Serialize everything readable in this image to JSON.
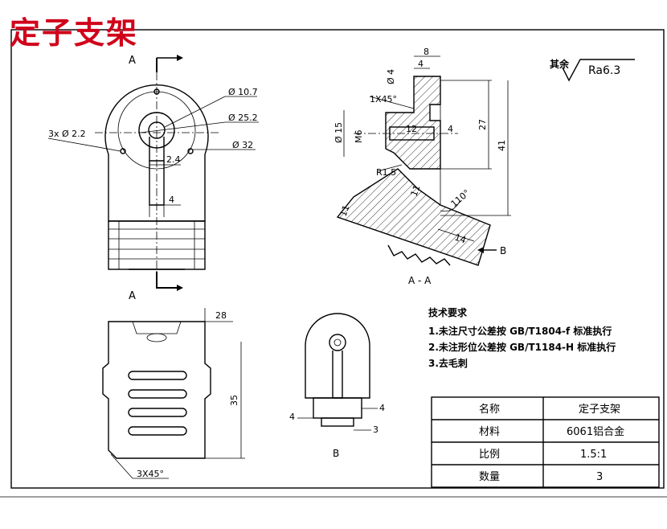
{
  "title": "定子支架",
  "roughness": {
    "prefix": "其余",
    "value": "Ra6.3"
  },
  "views": {
    "top": {
      "label_top": "A",
      "label_bottom": "A"
    },
    "section": {
      "label": "A - A"
    },
    "front": {},
    "side": {
      "label": "B"
    }
  },
  "dims": {
    "d10_7": "Ø 10.7",
    "d25_2": "Ø 25.2",
    "d32": "Ø 32",
    "holes": "3x Ø 2.2",
    "w2_4": "2.4",
    "w4_top": "4",
    "s_d4": "Ø 4",
    "s_4": "4",
    "s_8": "8",
    "s_chamfer": "1X45°",
    "s_d15": "Ø 15",
    "s_m6": "M6",
    "s_12": "12",
    "s_4b": "4",
    "s_27": "27",
    "s_41": "41",
    "s_r15": "R1.5",
    "s_11a": "11",
    "s_11b": "11",
    "s_angle": "110°",
    "s_14": "14",
    "s_b": "B",
    "f_28": "28",
    "f_35": "35",
    "f_chamfer": "3X45°",
    "b_4a": "4",
    "b_4b": "4",
    "b_3": "3"
  },
  "notes": {
    "heading": "技术要求",
    "items": [
      "1.未注尺寸公差按 GB/T1804-f 标准执行",
      "2.未注形位公差按 GB/T1184-H 标准执行",
      "3.去毛刺"
    ]
  },
  "titleblock": {
    "rows": [
      {
        "label": "名称",
        "value": "定子支架"
      },
      {
        "label": "材料",
        "value": "6061铝合金"
      },
      {
        "label": "比例",
        "value": "1.5:1"
      },
      {
        "label": "数量",
        "value": "3"
      }
    ]
  }
}
